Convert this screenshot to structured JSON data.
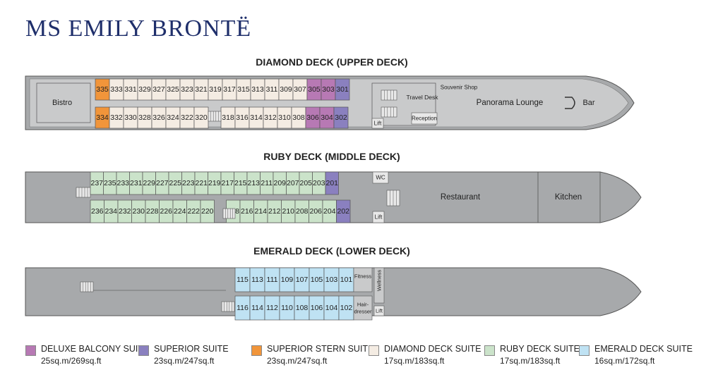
{
  "title": "MS EMILY BRONTË",
  "colors": {
    "hull": "#a7a9ab",
    "hull_stroke": "#555555",
    "room_fill": "#c9cacb",
    "deluxe": "#b779b4",
    "superior": "#8a80bf",
    "stern": "#f1953a",
    "diamond": "#f4ece3",
    "ruby": "#cbe3ca",
    "emerald": "#bfe2f3"
  },
  "decks": [
    {
      "title": "DIAMOND DECK (UPPER DECK)",
      "top_row": [
        {
          "num": "335",
          "type": "stern"
        },
        {
          "num": "333",
          "type": "diamond"
        },
        {
          "num": "331",
          "type": "diamond"
        },
        {
          "num": "329",
          "type": "diamond"
        },
        {
          "num": "327",
          "type": "diamond"
        },
        {
          "num": "325",
          "type": "diamond"
        },
        {
          "num": "323",
          "type": "diamond"
        },
        {
          "num": "321",
          "type": "diamond"
        },
        {
          "num": "319",
          "type": "diamond"
        },
        {
          "num": "317",
          "type": "diamond"
        },
        {
          "num": "315",
          "type": "diamond"
        },
        {
          "num": "313",
          "type": "diamond"
        },
        {
          "num": "311",
          "type": "diamond"
        },
        {
          "num": "309",
          "type": "diamond"
        },
        {
          "num": "307",
          "type": "diamond"
        },
        {
          "num": "305",
          "type": "deluxe"
        },
        {
          "num": "303",
          "type": "deluxe"
        },
        {
          "num": "301",
          "type": "superior"
        }
      ],
      "bottom_row": [
        {
          "num": "334",
          "type": "stern"
        },
        {
          "num": "332",
          "type": "diamond"
        },
        {
          "num": "330",
          "type": "diamond"
        },
        {
          "num": "328",
          "type": "diamond"
        },
        {
          "num": "326",
          "type": "diamond"
        },
        {
          "num": "324",
          "type": "diamond"
        },
        {
          "num": "322",
          "type": "diamond"
        },
        {
          "num": "320",
          "type": "diamond"
        },
        {
          "num": "318",
          "type": "diamond"
        },
        {
          "num": "316",
          "type": "diamond"
        },
        {
          "num": "314",
          "type": "diamond"
        },
        {
          "num": "312",
          "type": "diamond"
        },
        {
          "num": "310",
          "type": "diamond"
        },
        {
          "num": "308",
          "type": "diamond"
        },
        {
          "num": "306",
          "type": "deluxe"
        },
        {
          "num": "304",
          "type": "deluxe"
        },
        {
          "num": "302",
          "type": "superior"
        }
      ],
      "labels": {
        "bistro": "Bistro",
        "souvenir": "Souvenir Shop",
        "travel": "Travel Desk",
        "reception": "Reception",
        "lounge": "Panorama Lounge",
        "bar": "Bar",
        "lift": "Lift"
      }
    },
    {
      "title": "RUBY DECK (MIDDLE DECK)",
      "top_row": [
        {
          "num": "237",
          "type": "ruby"
        },
        {
          "num": "235",
          "type": "ruby"
        },
        {
          "num": "233",
          "type": "ruby"
        },
        {
          "num": "231",
          "type": "ruby"
        },
        {
          "num": "229",
          "type": "ruby"
        },
        {
          "num": "227",
          "type": "ruby"
        },
        {
          "num": "225",
          "type": "ruby"
        },
        {
          "num": "223",
          "type": "ruby"
        },
        {
          "num": "221",
          "type": "ruby"
        },
        {
          "num": "219",
          "type": "ruby"
        },
        {
          "num": "217",
          "type": "ruby"
        },
        {
          "num": "215",
          "type": "ruby"
        },
        {
          "num": "213",
          "type": "ruby"
        },
        {
          "num": "211",
          "type": "ruby"
        },
        {
          "num": "209",
          "type": "ruby"
        },
        {
          "num": "207",
          "type": "ruby"
        },
        {
          "num": "205",
          "type": "ruby"
        },
        {
          "num": "203",
          "type": "ruby"
        },
        {
          "num": "201",
          "type": "superior"
        }
      ],
      "bottom_row": [
        {
          "num": "236",
          "type": "ruby"
        },
        {
          "num": "234",
          "type": "ruby"
        },
        {
          "num": "232",
          "type": "ruby"
        },
        {
          "num": "230",
          "type": "ruby"
        },
        {
          "num": "228",
          "type": "ruby"
        },
        {
          "num": "226",
          "type": "ruby"
        },
        {
          "num": "224",
          "type": "ruby"
        },
        {
          "num": "222",
          "type": "ruby"
        },
        {
          "num": "220",
          "type": "ruby"
        },
        {
          "num": "218",
          "type": "ruby"
        },
        {
          "num": "216",
          "type": "ruby"
        },
        {
          "num": "214",
          "type": "ruby"
        },
        {
          "num": "212",
          "type": "ruby"
        },
        {
          "num": "210",
          "type": "ruby"
        },
        {
          "num": "208",
          "type": "ruby"
        },
        {
          "num": "206",
          "type": "ruby"
        },
        {
          "num": "204",
          "type": "ruby"
        },
        {
          "num": "202",
          "type": "superior"
        }
      ],
      "labels": {
        "wc": "WC",
        "restaurant": "Restaurant",
        "kitchen": "Kitchen",
        "lift": "Lift"
      }
    },
    {
      "title": "EMERALD DECK (LOWER DECK)",
      "top_row": [
        {
          "num": "115",
          "type": "emerald"
        },
        {
          "num": "113",
          "type": "emerald"
        },
        {
          "num": "111",
          "type": "emerald"
        },
        {
          "num": "109",
          "type": "emerald"
        },
        {
          "num": "107",
          "type": "emerald"
        },
        {
          "num": "105",
          "type": "emerald"
        },
        {
          "num": "103",
          "type": "emerald"
        },
        {
          "num": "101",
          "type": "emerald"
        }
      ],
      "bottom_row": [
        {
          "num": "116",
          "type": "emerald"
        },
        {
          "num": "114",
          "type": "emerald"
        },
        {
          "num": "112",
          "type": "emerald"
        },
        {
          "num": "110",
          "type": "emerald"
        },
        {
          "num": "108",
          "type": "emerald"
        },
        {
          "num": "106",
          "type": "emerald"
        },
        {
          "num": "104",
          "type": "emerald"
        },
        {
          "num": "102",
          "type": "emerald"
        }
      ],
      "labels": {
        "fitness": "Fitness",
        "wellness": "Wellness",
        "hair1": "Hair-",
        "hair2": "dresser",
        "lift": "Lift"
      }
    }
  ],
  "legend": [
    {
      "name": "DELUXE BALCONY SUITE",
      "size": "25sq.m/269sq.ft",
      "type": "deluxe"
    },
    {
      "name": "SUPERIOR SUITE",
      "size": "23sq.m/247sq.ft",
      "type": "superior"
    },
    {
      "name": "SUPERIOR STERN SUITE",
      "size": "23sq.m/247sq.ft",
      "type": "stern"
    },
    {
      "name": "DIAMOND DECK SUITE",
      "size": "17sq.m/183sq.ft",
      "type": "diamond"
    },
    {
      "name": "RUBY DECK SUITE",
      "size": "17sq.m/183sq.ft",
      "type": "ruby"
    },
    {
      "name": "EMERALD DECK SUITE",
      "size": "16sq.m/172sq.ft",
      "type": "emerald"
    }
  ]
}
